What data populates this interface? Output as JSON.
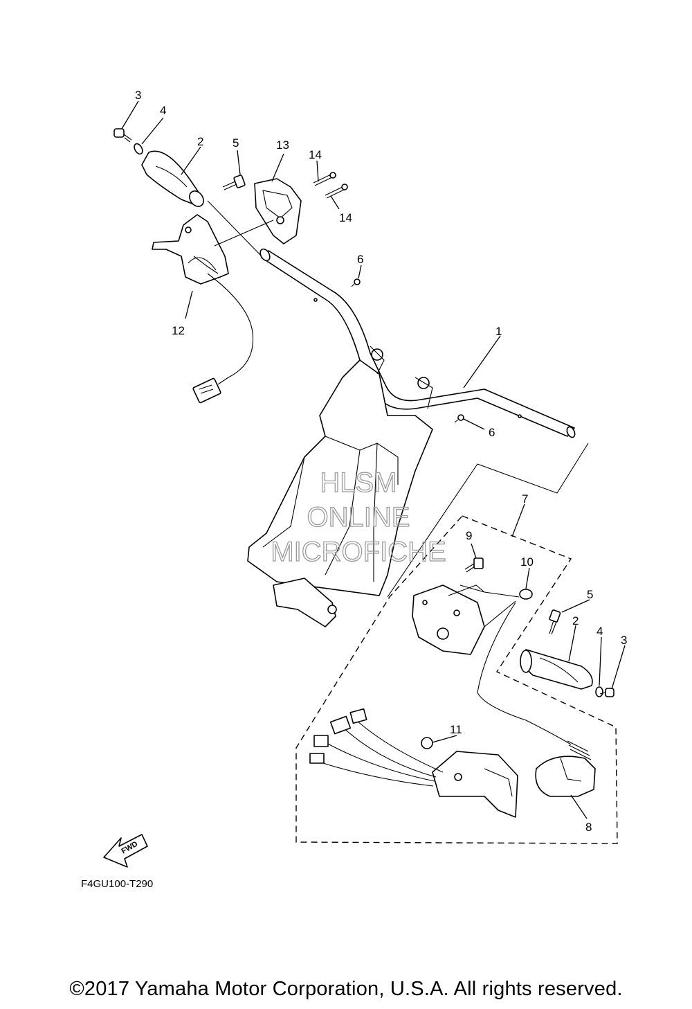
{
  "callouts": [
    {
      "label": "1"
    },
    {
      "label": "2"
    },
    {
      "label": "2"
    },
    {
      "label": "3"
    },
    {
      "label": "3"
    },
    {
      "label": "4"
    },
    {
      "label": "4"
    },
    {
      "label": "5"
    },
    {
      "label": "5"
    },
    {
      "label": "6"
    },
    {
      "label": "6"
    },
    {
      "label": "7"
    },
    {
      "label": "8"
    },
    {
      "label": "9"
    },
    {
      "label": "10"
    },
    {
      "label": "11"
    },
    {
      "label": "12"
    },
    {
      "label": "13"
    },
    {
      "label": "14"
    },
    {
      "label": "14"
    }
  ],
  "watermark": {
    "line1": "HLSM",
    "line2": "ONLINE",
    "line3": "MICROFICHE"
  },
  "fwd_label": "FWD",
  "reference_code": "F4GU100-T290",
  "copyright": "©2017 Yamaha Motor Corporation, U.S.A. All rights reserved."
}
